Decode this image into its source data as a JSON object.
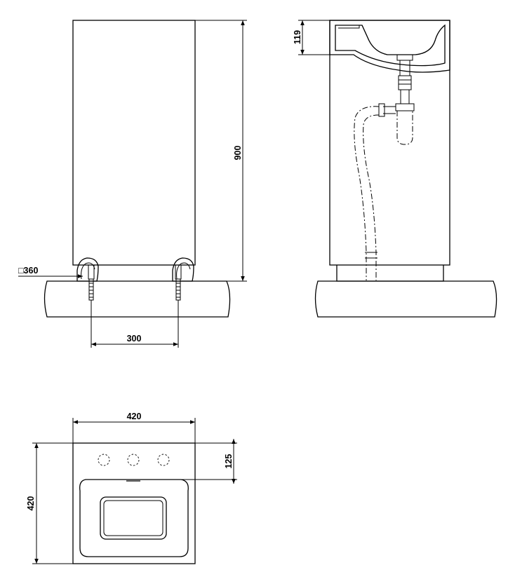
{
  "dimensions": {
    "height_total": "900",
    "basin_depth": "119",
    "floor_square": "□360",
    "bolt_spacing": "300",
    "top_width": "420",
    "top_depth": "420",
    "tap_offset": "125"
  }
}
